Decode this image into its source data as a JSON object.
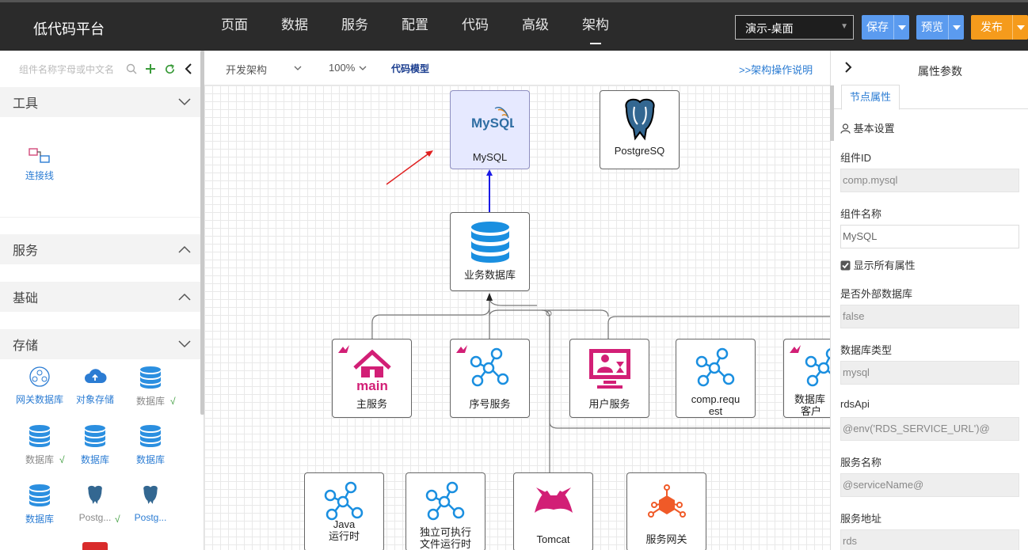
{
  "app": {
    "title": "低代码平台"
  },
  "nav": [
    {
      "label": "页面"
    },
    {
      "label": "数据"
    },
    {
      "label": "服务"
    },
    {
      "label": "配置"
    },
    {
      "label": "代码"
    },
    {
      "label": "高级"
    },
    {
      "label": "架构"
    }
  ],
  "header": {
    "env_select": "演示-桌面",
    "save_label": "保存",
    "preview_label": "预览",
    "publish_label": "发布"
  },
  "colors": {
    "topbar": "#2b2b2b",
    "accent": "#5b9bef",
    "publish": "#f59b1c",
    "link": "#2b7cd3"
  },
  "left_panel": {
    "search_placeholder": "组件名称字母或中文名",
    "sections": {
      "tools": "工具",
      "services": "服务",
      "basic": "基础",
      "storage": "存储"
    },
    "tool_items": [
      {
        "label": "连接线",
        "icon": "connector-icon"
      }
    ],
    "storage_items": [
      {
        "label": "网关数据库",
        "icon": "gateway-db-icon"
      },
      {
        "label": "对象存储",
        "icon": "cloud-upload-icon"
      },
      {
        "label": "数据库",
        "icon": "database-icon"
      },
      {
        "label": "数据库",
        "icon": "database-icon"
      },
      {
        "label": "数据库",
        "icon": "database-icon"
      },
      {
        "label": "数据库",
        "icon": "database-icon"
      },
      {
        "label": "数据库",
        "icon": "database-icon"
      },
      {
        "label": "Postg...",
        "icon": "postgres-icon"
      },
      {
        "label": "Postg...",
        "icon": "postgres-icon"
      }
    ],
    "check_mark": "√"
  },
  "canvas_toolbar": {
    "mode": "开发架构",
    "zoom": "100%",
    "code_model": "代码模型",
    "help_link": ">>架构操作说明"
  },
  "nodes": {
    "mysql": {
      "label": "MySQL",
      "logo": "MySQL"
    },
    "postgres": {
      "label": "PostgreSQ"
    },
    "bizdb": {
      "label": "业务数据库"
    },
    "main_service": {
      "label": "主服务",
      "logo": "main"
    },
    "seq_service": {
      "label": "序号服务"
    },
    "user_service": {
      "label": "用户服务"
    },
    "comp_request": {
      "label1": "comp.requ",
      "label2": "est"
    },
    "db_client": {
      "label1": "数据库",
      "label2": "客户"
    },
    "java_runtime": {
      "label1": "Java",
      "label2": "运行时"
    },
    "exe_runtime": {
      "label1": "独立可执行",
      "label2": "文件运行时"
    },
    "tomcat": {
      "label": "Tomcat"
    },
    "gateway": {
      "label": "服务网关"
    }
  },
  "right_panel": {
    "title": "属性参数",
    "tab": "节点属性",
    "basic_settings": "基本设置",
    "show_all_label": "显示所有属性",
    "fields": [
      {
        "label": "组件ID",
        "value": "comp.mysql",
        "editable": false
      },
      {
        "label": "组件名称",
        "value": "MySQL",
        "editable": true
      },
      {
        "label": "是否外部数据库",
        "value": "false",
        "editable": false
      },
      {
        "label": "数据库类型",
        "value": "mysql",
        "editable": false
      },
      {
        "label": "rdsApi",
        "value": "@env('RDS_SERVICE_URL')@",
        "editable": false
      },
      {
        "label": "服务名称",
        "value": "@serviceName@",
        "editable": false
      },
      {
        "label": "服务地址",
        "value": "rds",
        "editable": false
      }
    ]
  }
}
